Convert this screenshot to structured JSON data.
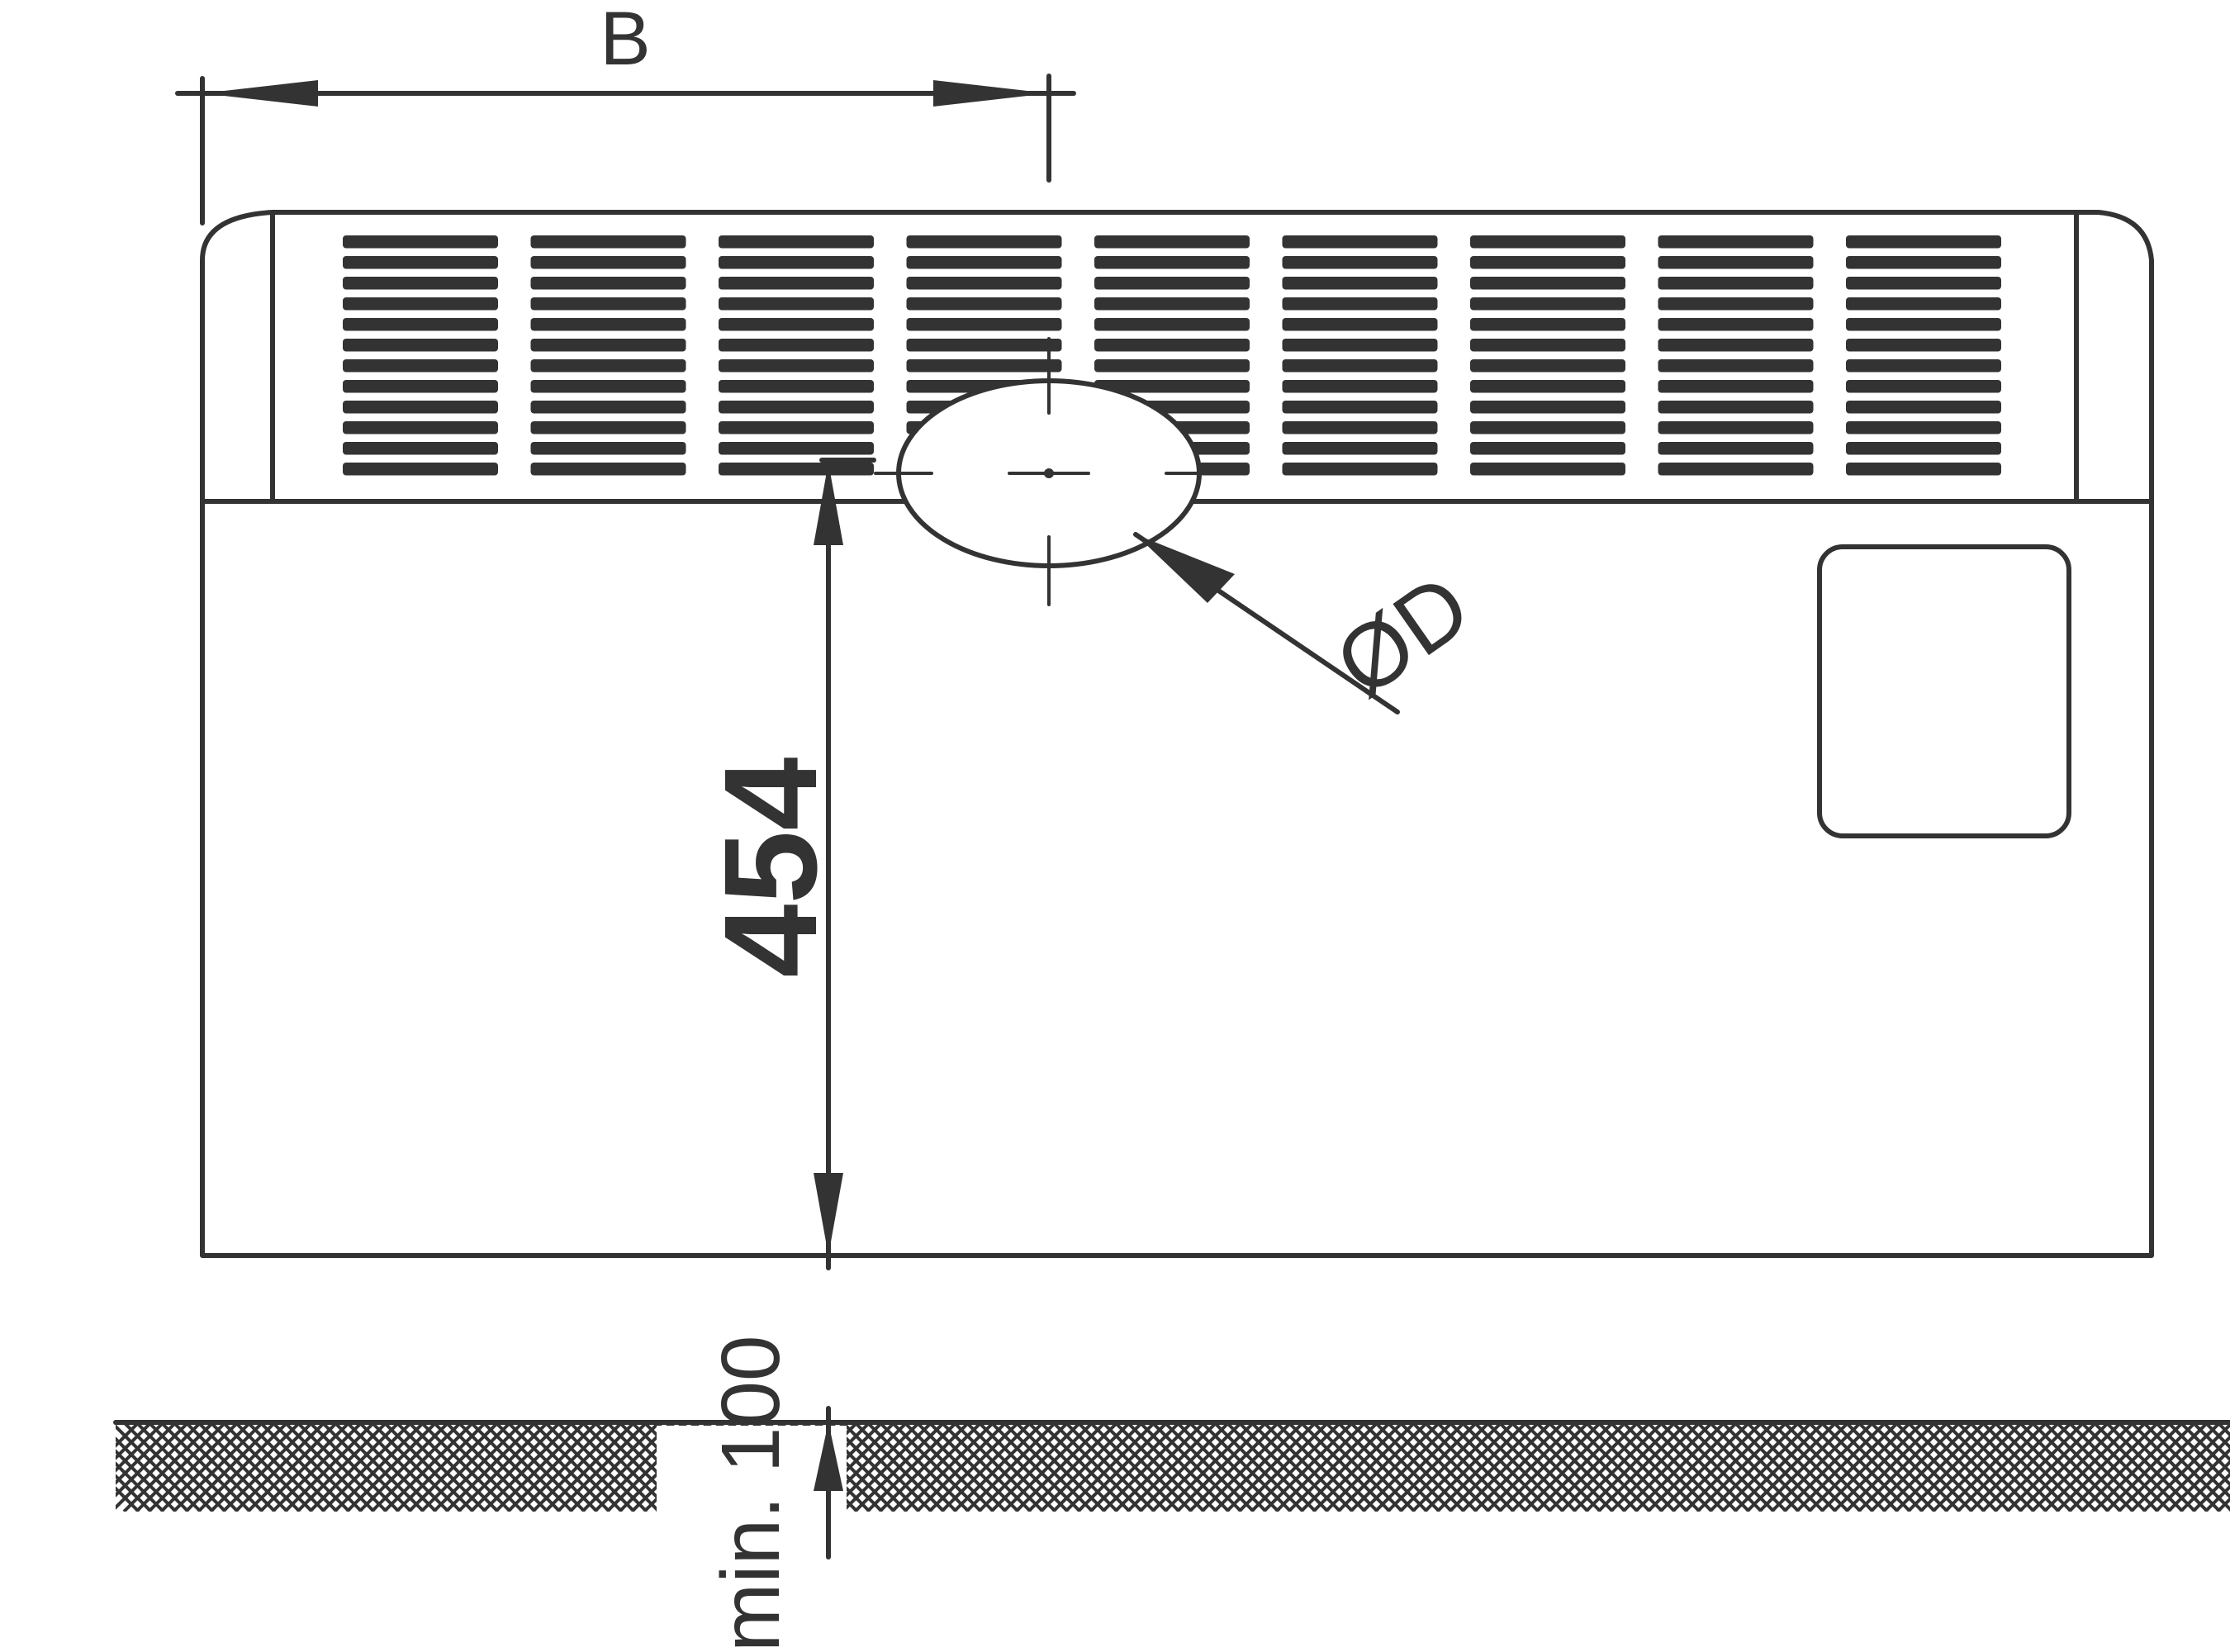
{
  "labels": {
    "width_dim": "B",
    "height_dim": "454",
    "diameter_dim": "ØD",
    "floor_gap_dim": "min. 100"
  },
  "colors": {
    "line": "#333333",
    "background": "#ffffff"
  },
  "grille": {
    "slot_groups": 9,
    "bars_per_group": 12
  }
}
